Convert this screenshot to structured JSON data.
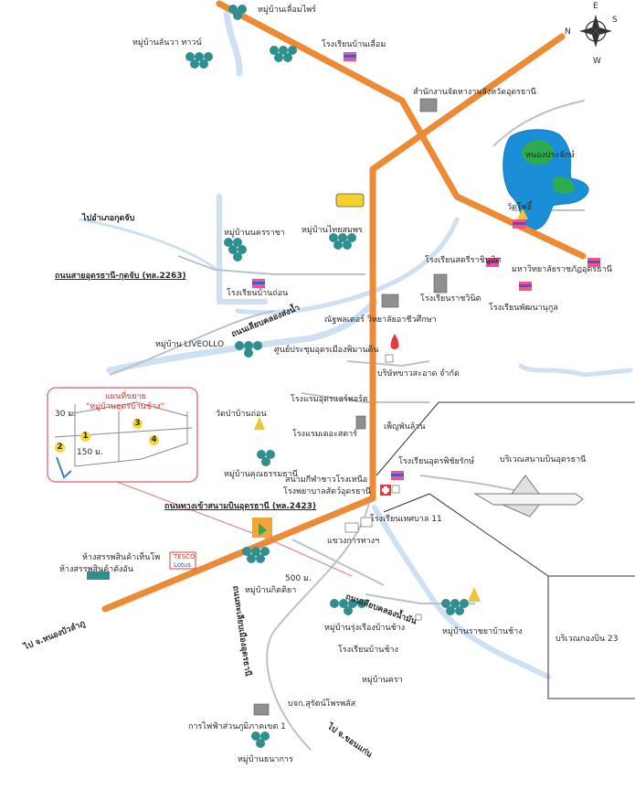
{
  "colors": {
    "main_road": "#ec8a35",
    "river": "#cfe0f2",
    "minor_road": "#b9c3cc",
    "village": "#2f8f8f",
    "lake": "#1a8fd8",
    "inset_border": "#e07a7a"
  },
  "icons": [
    "compass-rose-icon",
    "village-houses-icon",
    "school-flag-icon",
    "building-icon",
    "temple-icon",
    "bus-icon",
    "fuel-station-icon",
    "hospital-icon",
    "airplane-icon",
    "shop-icon"
  ],
  "compass": {
    "n": "N",
    "e": "E",
    "s": "S",
    "w": "W"
  },
  "labels": {
    "village_luemphai": "หมู่บ้านเลื่อมไพร์",
    "village_lanwa": "หมู่บ้านลันวา ทาวน์",
    "school_luem": "โรงเรียนบ้านเลื่อม",
    "land_office": "สำนักงานจัดหางานจังหวัดอุดรธานี",
    "lake": "หนองประจักษ์",
    "wat_pho": "วัดโพธิ์",
    "to_kut_chap": "ไปอำเภอกุดจับ",
    "village_nakhon_ra": "หมู่บ้านนครราชา",
    "village_thai_somphon": "หมู่บ้านไทยสมพร",
    "school_sathri": "โรงเรียนสตรีราชินูทิศ",
    "university": "มหาวิทยาลัยราชภัฏอุดรธานี",
    "road_2263": "ถนนสายอุดรธานี-กุดจับ (ทล.2263)",
    "school_ban_daeng": "โรงเรียนบ้านถ่อน",
    "college": "โรงเรียนราชวินิต",
    "school_pattana": "โรงเรียนพัฒนานุกูล",
    "road_liap_khlong": "ถนนเลียบคลองส่งน้ำ",
    "tech_college": "ณัฐพลเตอร์ วิทยาลัยอาชีวศึกษา",
    "village_liveollo": "หมู่บ้าน LIVEOLLO",
    "convention": "ศูนย์ประชุมอุดรเมืองพิมานดิน",
    "company": "บริษัทขาวสะอาด จำกัด",
    "inset_title": "แผนที่ขยาย",
    "inset_sub": "\"หมู่บ้านอุดรบ้านช้าง\"",
    "inset_30m": "30 ม.",
    "inset_150m": "150 ม.",
    "inset_n1": "1",
    "inset_n2": "2",
    "inset_n3": "3",
    "inset_n4": "4",
    "wat_ban_daeng": "วัดป่าบ้านถ่อน",
    "hotel_a": "โรงแรมอุดรแอร์พอร์ต",
    "hotel_b": "โรงแรมเดอะสตาร์",
    "phen_phan": "เพ็ญพันล้าน",
    "school_ubon": "โรงเรียนอุดรพิชัยรักษ์",
    "airport": "บริเวณสนามบินอุดรธานี",
    "village_khunnatham": "หมู่บ้านคุณธรรมธานี",
    "sports": "สนามกีฬาชาวโรงเหนือ",
    "hospital": "โรงพยาบาลสัตว์อุดรธานี",
    "road_2423": "ถนนทางเข้าสนามบินอุดรธานี (ทล.2423)",
    "school_udon_11": "โรงเรียนเทศบาล 11",
    "checkpoint": "แขวงการทางฯ",
    "shop_a": "ห้างสรรพสินค้าเท็นโพ",
    "shop_b": "ห้างสรรพสินค้าดังอัน",
    "tesco_a": "TESCO",
    "tesco_b": "Lotus",
    "village_kitti": "หมู่บ้านกิตติยา",
    "dist_500": "500 ม.",
    "road_lower_liap": "ถนนเลียบคลองน้ำมัน",
    "village_rung_mueang": "หมู่บ้านรุ่งเรืองบ้านช้าง",
    "village_sa_ya": "หมู่บ้านราชยาบ้านช้าง",
    "area_23": "บริเวณกองบิน 23",
    "road_to_nongbua": "ไป จ.หนองบัวลำภู",
    "road_vertical": "ถนนทะเลียบเมืองอุดรธานี",
    "school_ban_chang": "โรงเรียนบ้านช้าง",
    "village_khra": "หมู่บ้านครา",
    "bjk": "บจก.สุรัตน์โพรพลัส",
    "power": "การไฟฟ้าส่วนภูมิภาคเขต 1",
    "to_khon_kaen": "ไป จ.ขอนแก่น",
    "village_thana": "หมู่บ้านธนาการ"
  }
}
